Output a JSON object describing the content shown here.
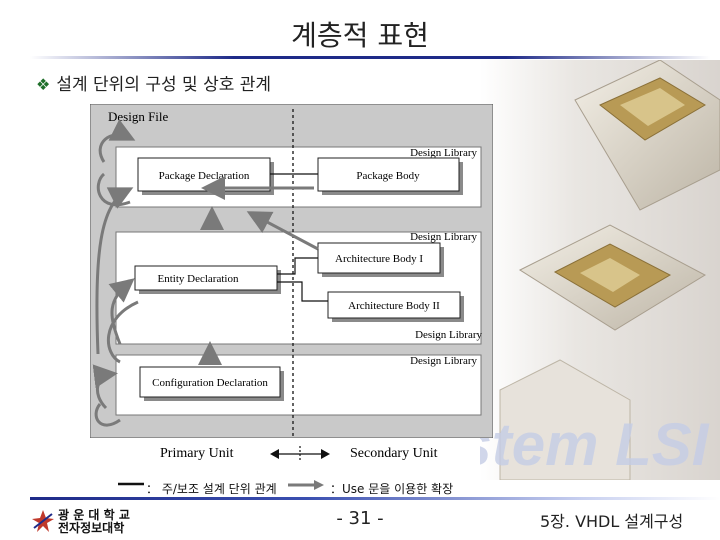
{
  "page": {
    "title": "계층적 표현",
    "bullet": "설계 단위의 구성 및 상호 관계"
  },
  "diagram": {
    "design_file": "Design File",
    "library_1": "Design Library",
    "package_declaration": "Package Declaration",
    "package_body": "Package Body",
    "library_2": "Design Library",
    "architecture_body_1": "Architecture Body I",
    "entity_declaration": "Entity Declaration",
    "architecture_body_2": "Architecture Body II",
    "library_3": "Design Library",
    "library_4": "Design Library",
    "configuration_declaration": "Configuration Declaration",
    "primary_unit": "Primary Unit",
    "secondary_unit": "Secondary Unit"
  },
  "legend": {
    "solid": "： 주/보조 설계 단위 관계",
    "arrow": "：Use 문을 이용한 확장"
  },
  "background": {
    "watermark": "System LSI"
  },
  "footer": {
    "university_line1": "광 운 대 학 교",
    "university_line2": "전자정보대학",
    "page_number": "- 31 -",
    "chapter": "5장. VHDL 설계구성"
  },
  "colors": {
    "title_line": "#1e2a88",
    "bullet_mark": "#1f6f2a",
    "diagram_frame": "#c9c9c9",
    "arrow_gray": "#808080"
  }
}
